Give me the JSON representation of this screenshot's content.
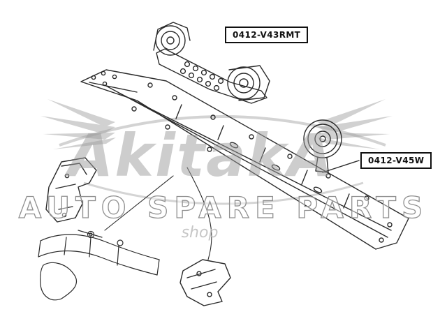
{
  "page": {
    "background": "#ffffff",
    "line_color": "#2a2a2a"
  },
  "labels": {
    "top_part": "0412-V43RMT",
    "right_part": "0412-V45W"
  },
  "watermark": {
    "brand": "AkitakA",
    "banner": "AUTO SPARE PARTS",
    "shop": "shop",
    "gray": "#9c9c9c"
  }
}
